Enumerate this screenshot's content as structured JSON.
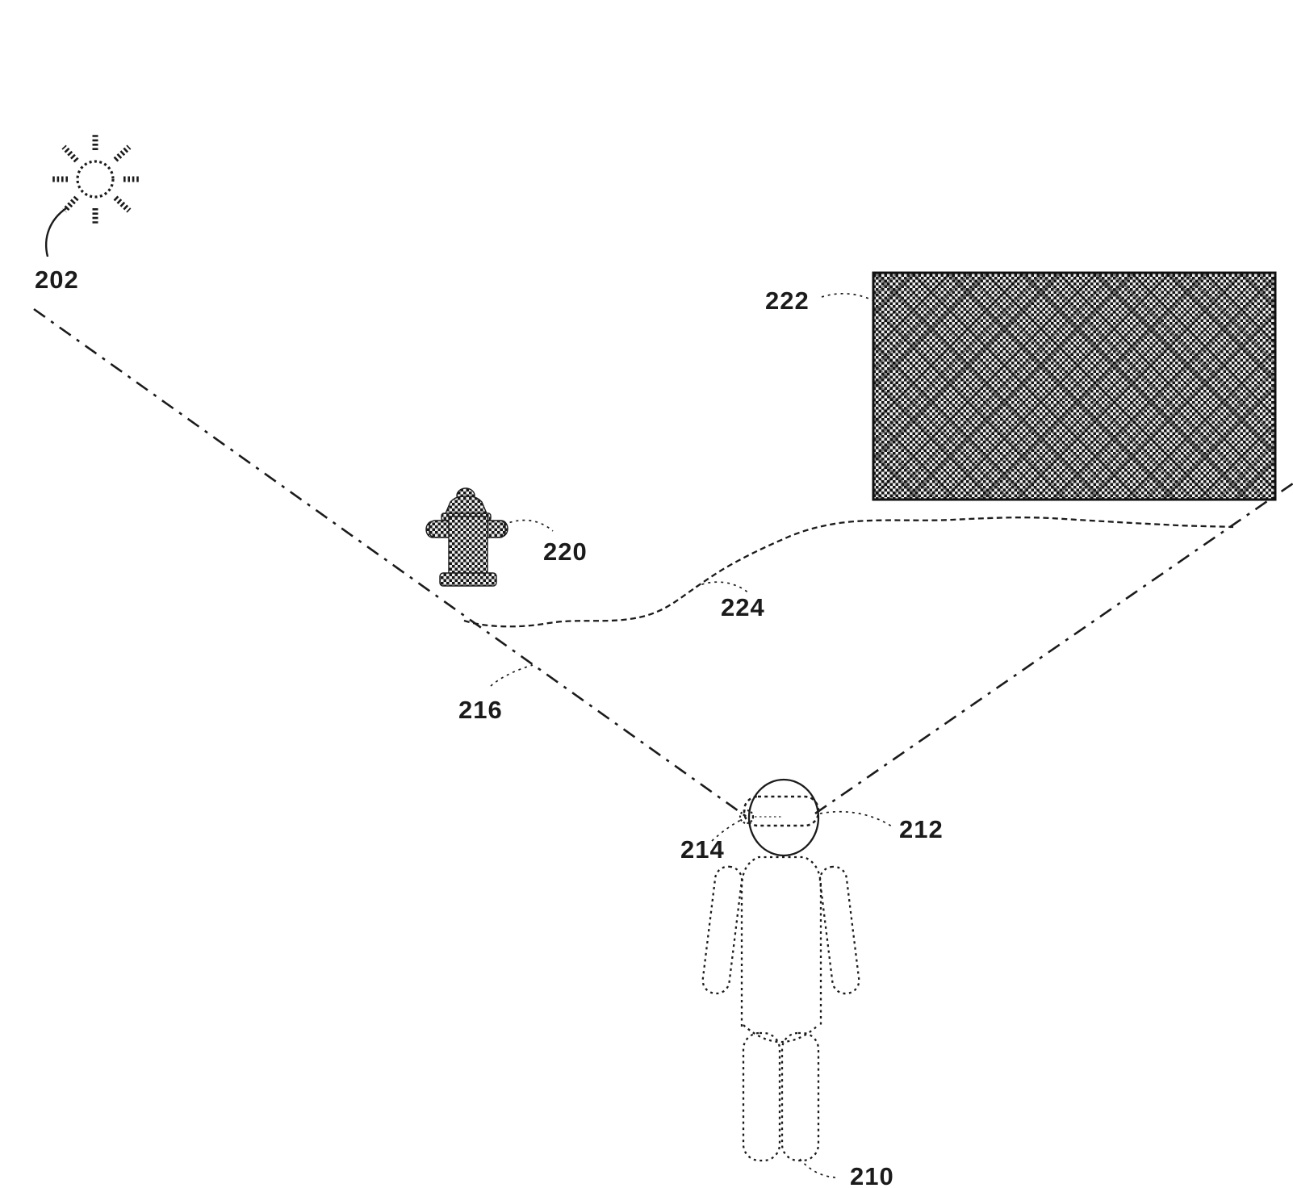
{
  "figure": {
    "kind": "patent-line-drawing",
    "background": "#ffffff",
    "ink": "#1b1b1b",
    "elements": {
      "sun": {
        "label": "202",
        "icon": "sun-icon"
      },
      "user": {
        "label": "210",
        "icon": "person-figure-icon"
      },
      "hmd": {
        "label": "212",
        "icon": "head-mounted-display-band"
      },
      "eye_sensor": {
        "label": "214",
        "icon": "eye-sensor-circle"
      },
      "fov_boundary": {
        "label": "216",
        "icon": "field-of-view-dashed-line"
      },
      "hydrant": {
        "label": "220",
        "icon": "fire-hydrant-icon"
      },
      "wall": {
        "label": "222",
        "icon": "hatched-rectangle"
      },
      "terrain": {
        "label": "224",
        "icon": "terrain-contour-line"
      }
    }
  }
}
